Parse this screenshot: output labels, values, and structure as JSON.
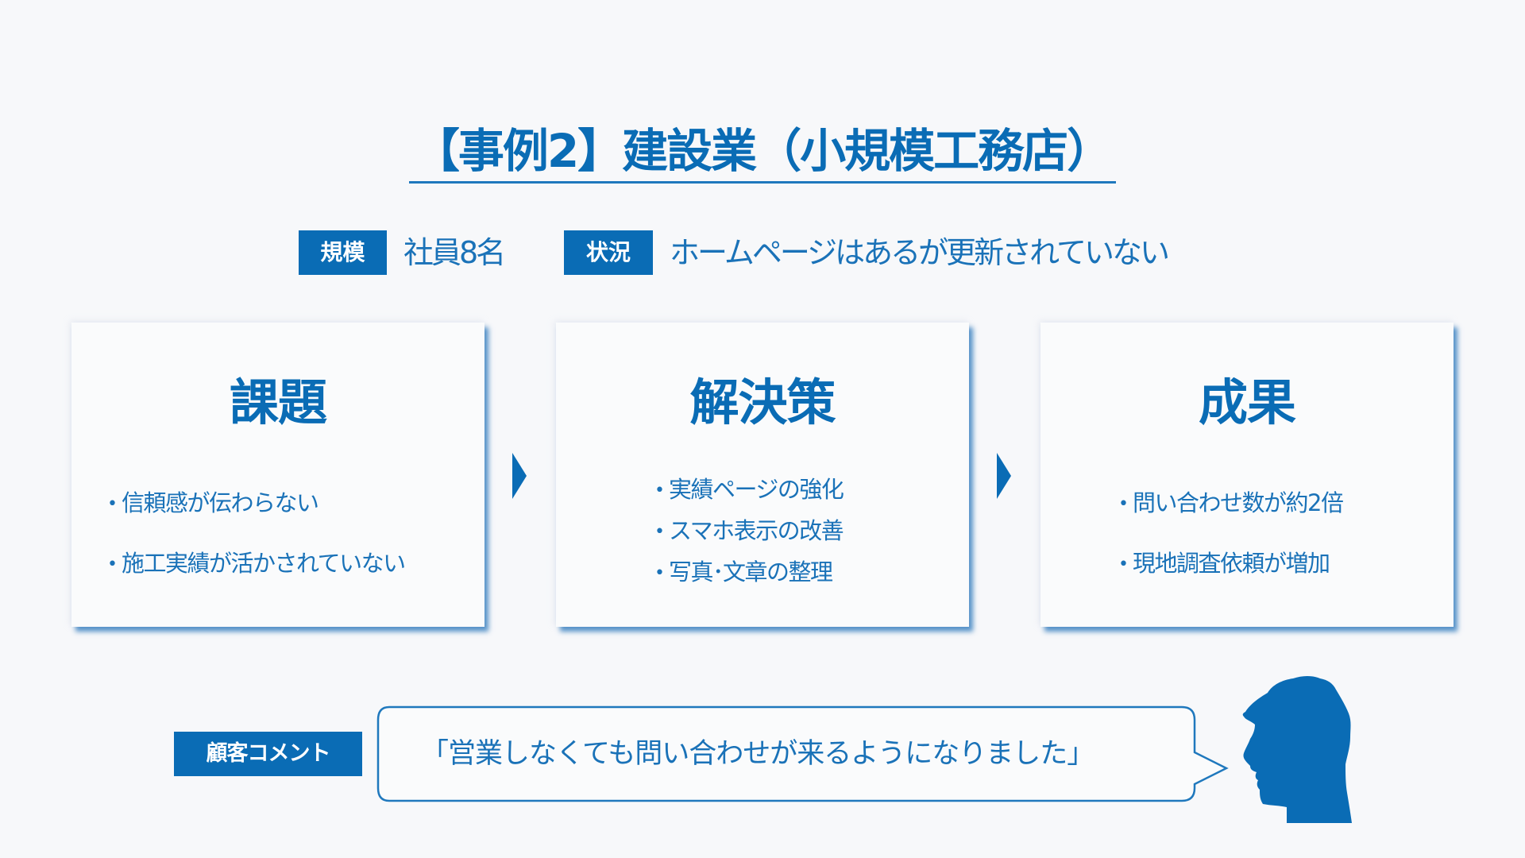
{
  "title": "【事例2】建設業（小規模工務店）",
  "profile": {
    "scale": {
      "label": "規模",
      "value": "社員8名"
    },
    "status": {
      "label": "状況",
      "value": "ホームページはあるが更新されていない"
    }
  },
  "cards": [
    {
      "heading": "課題",
      "items": [
        "信頼感が伝わらない",
        "施工実績が活かされていない"
      ]
    },
    {
      "heading": "解決策",
      "items": [
        "実績ページの強化",
        "スマホ表示の改善",
        "写真･文章の整理"
      ]
    },
    {
      "heading": "成果",
      "items": [
        "問い合わせ数が約2倍",
        "現地調査依頼が増加"
      ]
    }
  ],
  "bullet": "•",
  "comment": {
    "label": "顧客コメント",
    "quote": "「営業しなくても問い合わせが来るようになりました」"
  },
  "icons": {
    "flow_arrow": "right-triangle-arrow",
    "customer": "person-head-silhouette"
  },
  "colors": {
    "accent": "#0a6cb5",
    "text": "#1a72b8",
    "background": "#f7f8fa",
    "card": "#fafbfc"
  }
}
